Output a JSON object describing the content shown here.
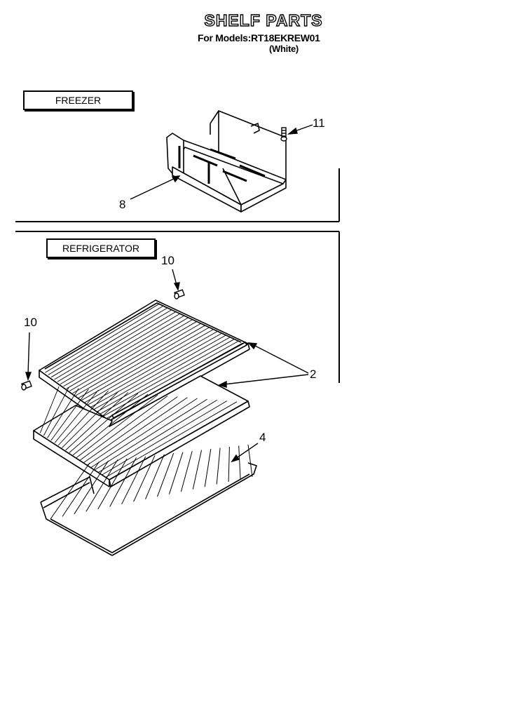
{
  "header": {
    "title": "SHELF PARTS",
    "model_line": "For Models:RT18EKREW01",
    "color_line": "(White)"
  },
  "sections": {
    "freezer": {
      "label": "FREEZER"
    },
    "refrigerator": {
      "label": "REFRIGERATOR"
    }
  },
  "callouts": {
    "part_11": "11",
    "part_8": "8",
    "part_10_top": "10",
    "part_10_left": "10",
    "part_2": "2",
    "part_4": "4"
  }
}
